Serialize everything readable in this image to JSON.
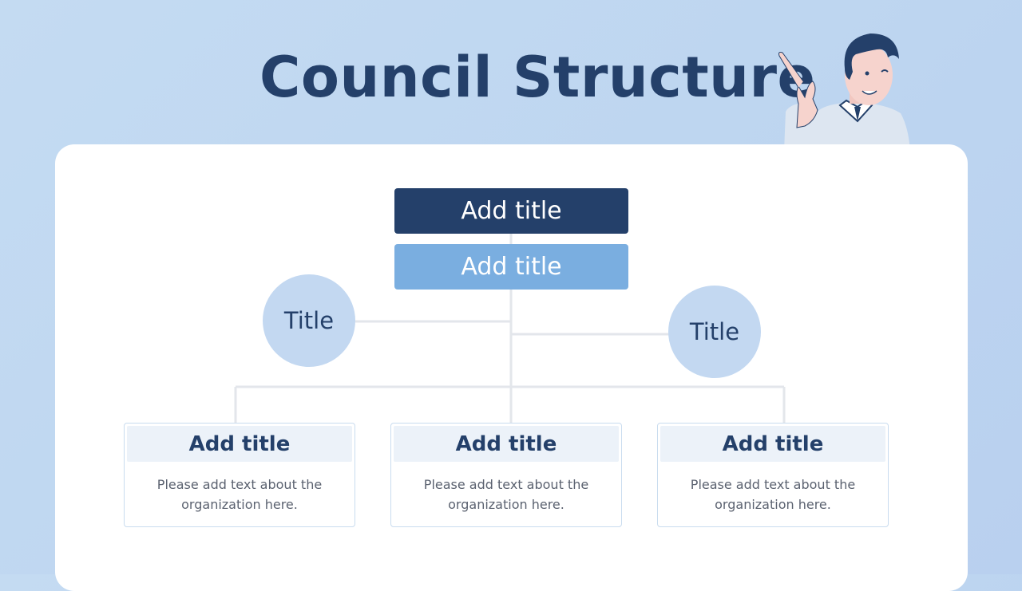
{
  "slide": {
    "title": "Council Structure"
  },
  "org_chart": {
    "top_boxes": [
      "Add title",
      "Add title"
    ],
    "circles": [
      "Title",
      "Title"
    ],
    "cards": [
      {
        "title": "Add title",
        "text": "Please add text about the organization here."
      },
      {
        "title": "Add title",
        "text": "Please add text about the organization here."
      },
      {
        "title": "Add title",
        "text": "Please add text about the organization here."
      }
    ]
  },
  "colors": {
    "background": "#c4dbf2",
    "navy": "#24406a",
    "light_blue": "#7aaee0",
    "circle": "#c3d8f1",
    "card_header": "#ecf2f9",
    "connector": "#e3e6eb"
  },
  "illustration": "pointing-man-icon"
}
